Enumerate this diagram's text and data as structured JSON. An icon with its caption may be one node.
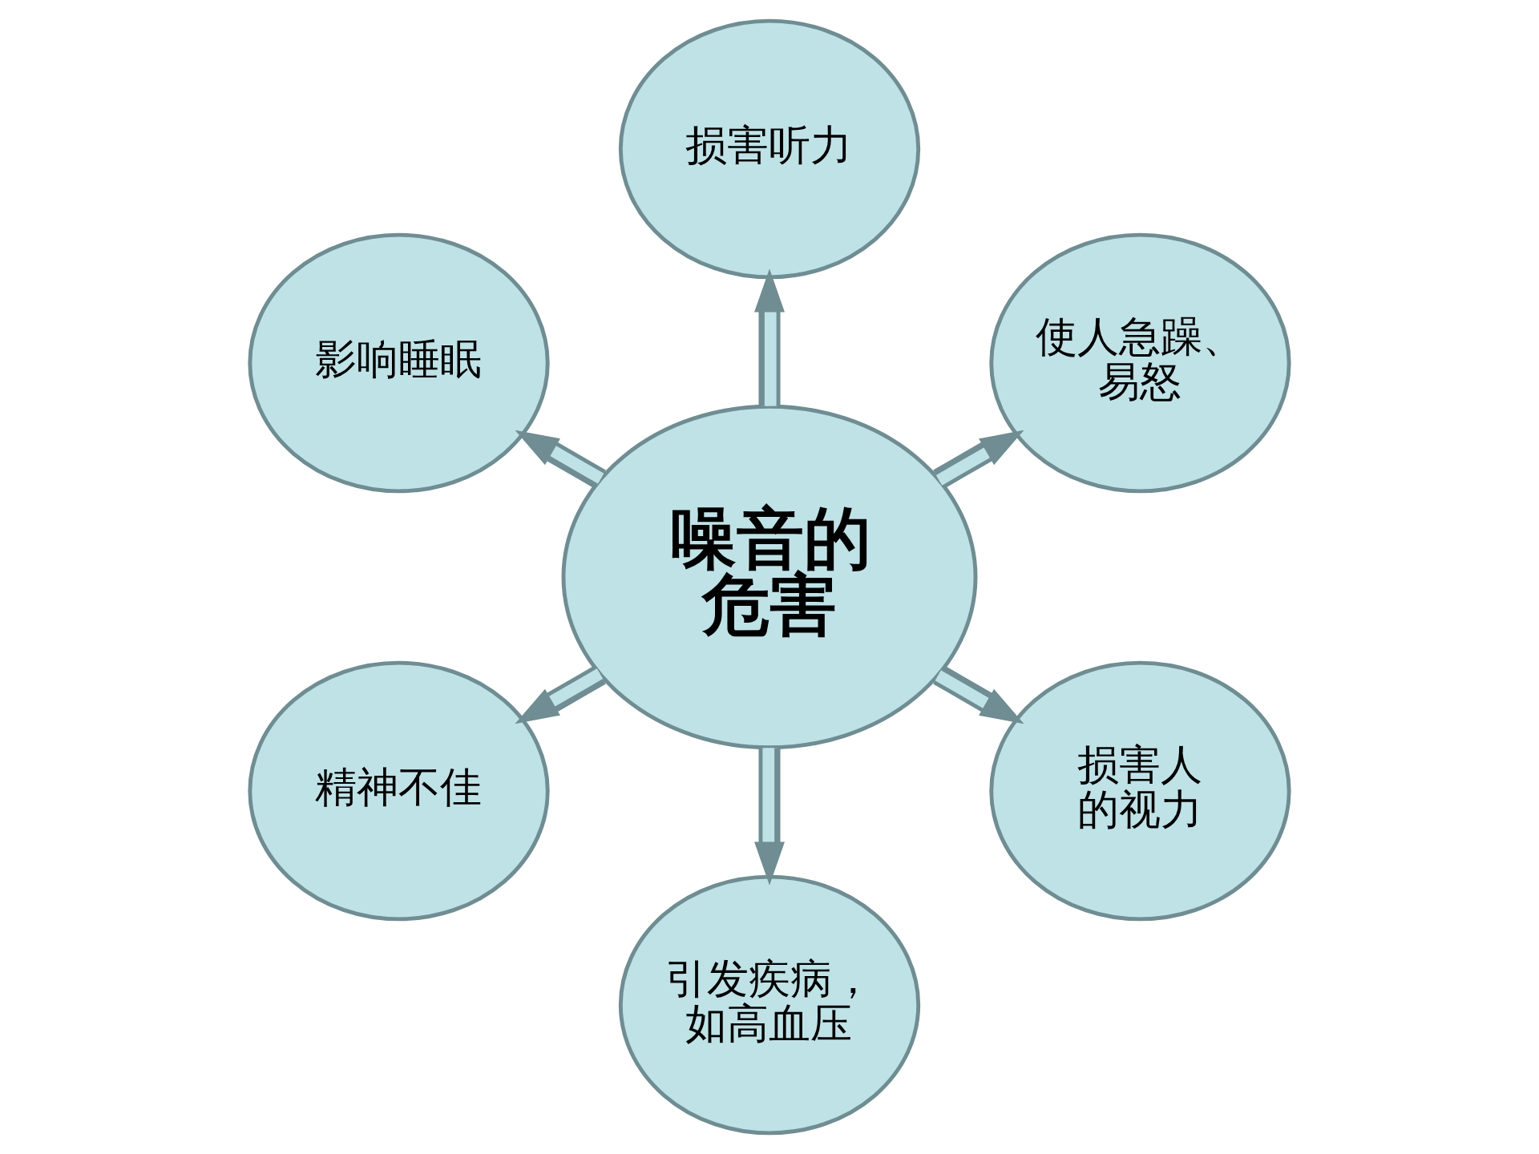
{
  "diagram": {
    "nodes": [
      {
        "text": [
          "噪音的危害"
        ]
      },
      {
        "text": [
          "损害听力"
        ]
      },
      {
        "text": [
          "影响睡眠"
        ]
      },
      {
        "text": [
          "使人急躁、易怒"
        ]
      },
      {
        "text": [
          "精神不佳"
        ]
      },
      {
        "text": [
          "损害人的视力"
        ]
      },
      {
        "text": [
          "引发疾病，如高血压"
        ]
      }
    ],
    "edges": [
      {
        "from": 0,
        "to": 1,
        "arrow": "to"
      },
      {
        "from": 0,
        "to": 3,
        "arrow": "to"
      },
      {
        "from": 0,
        "to": 5,
        "arrow": "to"
      },
      {
        "from": 0,
        "to": 6,
        "arrow": "to"
      },
      {
        "from": 0,
        "to": 4,
        "arrow": "to"
      },
      {
        "from": 0,
        "to": 2,
        "arrow": "to"
      }
    ]
  }
}
